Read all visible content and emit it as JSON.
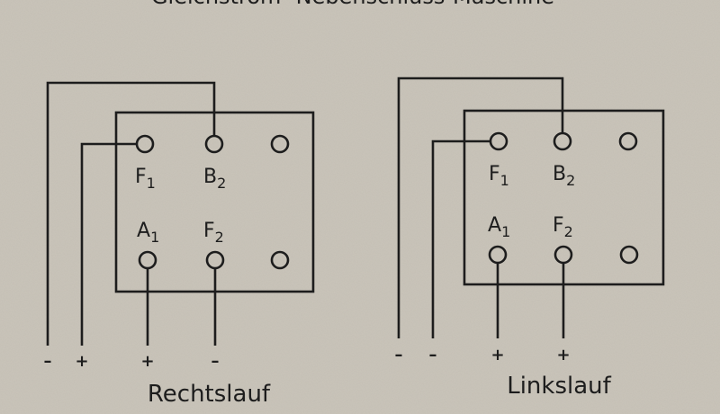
{
  "title": "Gleichstrom- Nebenschluss-Maschine",
  "colors": {
    "paper": "#c9c4b9",
    "ink": "#1d1d1d"
  },
  "diagrams": [
    {
      "caption": "Rechtslauf",
      "labels": {
        "F1": "F",
        "F1_sub": "1",
        "B2": "B",
        "B2_sub": "2",
        "A1": "A",
        "A1_sub": "1",
        "F2": "F",
        "F2_sub": "2"
      },
      "signs": [
        "–",
        "+",
        "+",
        "–"
      ]
    },
    {
      "caption": "Linkslauf",
      "labels": {
        "F1": "F",
        "F1_sub": "1",
        "B2": "B",
        "B2_sub": "2",
        "A1": "A",
        "A1_sub": "1",
        "F2": "F",
        "F2_sub": "2"
      },
      "signs": [
        "–",
        "–",
        "+",
        "+"
      ]
    }
  ]
}
